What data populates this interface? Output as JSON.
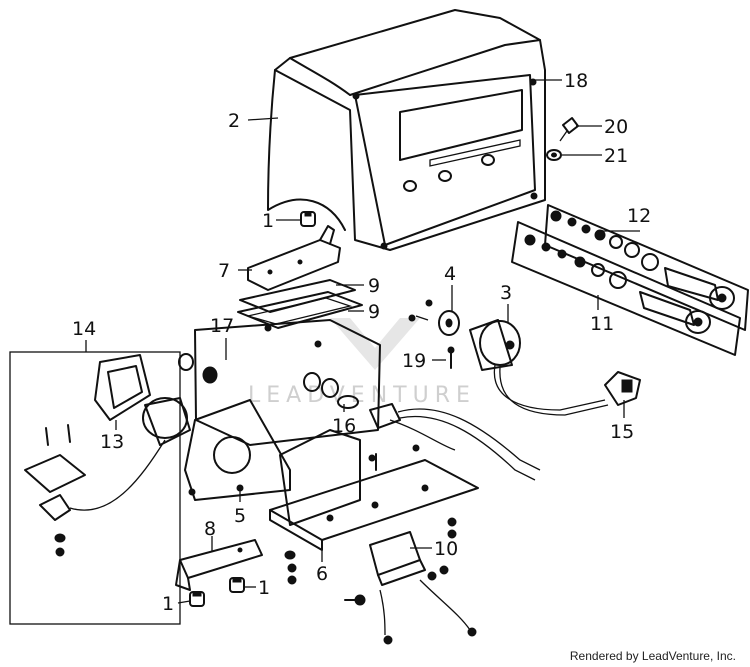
{
  "callouts": [
    {
      "id": "2",
      "label": "2"
    },
    {
      "id": "18",
      "label": "18"
    },
    {
      "id": "20",
      "label": "20"
    },
    {
      "id": "21",
      "label": "21"
    },
    {
      "id": "1a",
      "label": "1"
    },
    {
      "id": "12",
      "label": "12"
    },
    {
      "id": "7",
      "label": "7"
    },
    {
      "id": "9a",
      "label": "9"
    },
    {
      "id": "9b",
      "label": "9"
    },
    {
      "id": "4",
      "label": "4"
    },
    {
      "id": "3",
      "label": "3"
    },
    {
      "id": "11",
      "label": "11"
    },
    {
      "id": "14",
      "label": "14"
    },
    {
      "id": "17",
      "label": "17"
    },
    {
      "id": "19",
      "label": "19"
    },
    {
      "id": "15",
      "label": "15"
    },
    {
      "id": "16",
      "label": "16"
    },
    {
      "id": "13",
      "label": "13"
    },
    {
      "id": "5",
      "label": "5"
    },
    {
      "id": "8",
      "label": "8"
    },
    {
      "id": "10",
      "label": "10"
    },
    {
      "id": "6",
      "label": "6"
    },
    {
      "id": "1b",
      "label": "1"
    },
    {
      "id": "1c",
      "label": "1"
    }
  ],
  "watermark": "LEADVENTURE",
  "footer": "Rendered by LeadVenture, Inc."
}
